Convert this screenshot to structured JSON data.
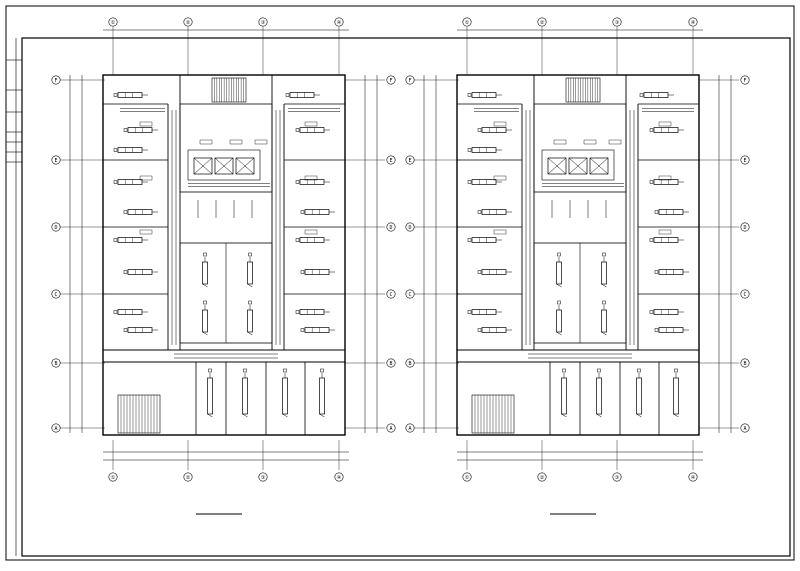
{
  "drawing": {
    "colors": {
      "line": "#000000",
      "background": "#ffffff",
      "annotation": "#333333"
    },
    "column_labels": [
      "①",
      "②",
      "③",
      "④"
    ],
    "row_labels": [
      "A",
      "B",
      "C",
      "D",
      "E",
      "F"
    ],
    "plans": [
      {
        "id": "plan-left",
        "title": ""
      },
      {
        "id": "plan-right",
        "title": ""
      }
    ],
    "icons": [
      "stair-icon",
      "fan-coil-unit-icon",
      "air-handling-unit-icon",
      "grid-bubble-icon"
    ]
  }
}
